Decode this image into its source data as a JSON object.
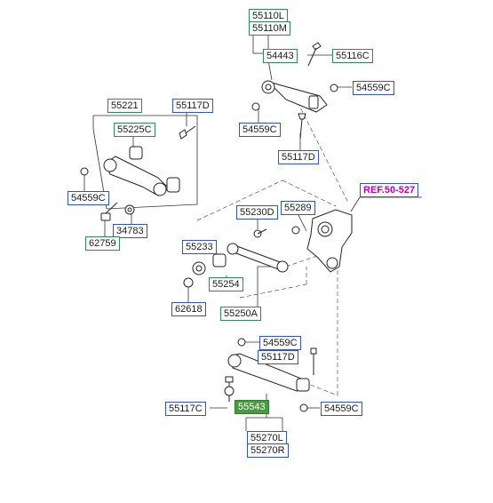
{
  "colors": {
    "label_green": "#2e8b57",
    "label_blue": "#2b54d4",
    "label_filled": "#4a9a3e",
    "ref_text": "#c000c0",
    "line": "#333333"
  },
  "labels": {
    "p55110L": "55110L",
    "p55110M": "55110M",
    "p54443": "54443",
    "p55116C": "55116C",
    "p54559C_a": "54559C",
    "p54559C_b": "54559C",
    "p55117D_a": "55117D",
    "p55221": "55221",
    "p55117D_b": "55117D",
    "p55225C": "55225C",
    "p54559C_c": "54559C",
    "p34783": "34783",
    "p62759": "62759",
    "ref": "REF.50-527",
    "p55230D": "55230D",
    "p55289": "55289",
    "p55233": "55233",
    "p55254": "55254",
    "p62618": "62618",
    "p55250A": "55250A",
    "p54559C_d": "54559C",
    "p55117D_c": "55117D",
    "p55117C": "55117C",
    "p55543": "55543",
    "p54559C_e": "54559C",
    "p55270L": "55270L",
    "p55270R": "55270R"
  }
}
